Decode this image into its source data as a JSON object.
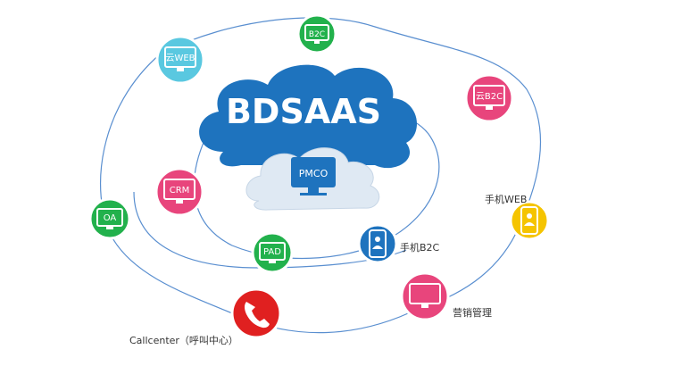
{
  "center": {
    "title": "BDSAAS",
    "sub": "PMCO"
  },
  "nodes": {
    "b2c": {
      "label": "B2C",
      "color": "#22b14c"
    },
    "cloudweb": {
      "label": "云WEB",
      "color": "#5ac8e0"
    },
    "cloudb2c": {
      "label": "云B2C",
      "color": "#e8457c"
    },
    "crm": {
      "label": "CRM",
      "color": "#e8457c"
    },
    "oa": {
      "label": "OA",
      "color": "#22b14c"
    },
    "pad": {
      "label": "PAD",
      "color": "#22b14c"
    },
    "mobileb2c": {
      "label": "手机B2C",
      "color": "#1e73be"
    },
    "mobileweb": {
      "label": "手机WEB",
      "color": "#f5c400"
    },
    "marketing": {
      "label": "营销管理",
      "color": "#e8457c"
    },
    "callcenter": {
      "label": "Callcenter（呼叫中心）",
      "color": "#e02020"
    }
  },
  "colors": {
    "cloud": "#1e73be",
    "orbit": "#5a8fd0"
  }
}
